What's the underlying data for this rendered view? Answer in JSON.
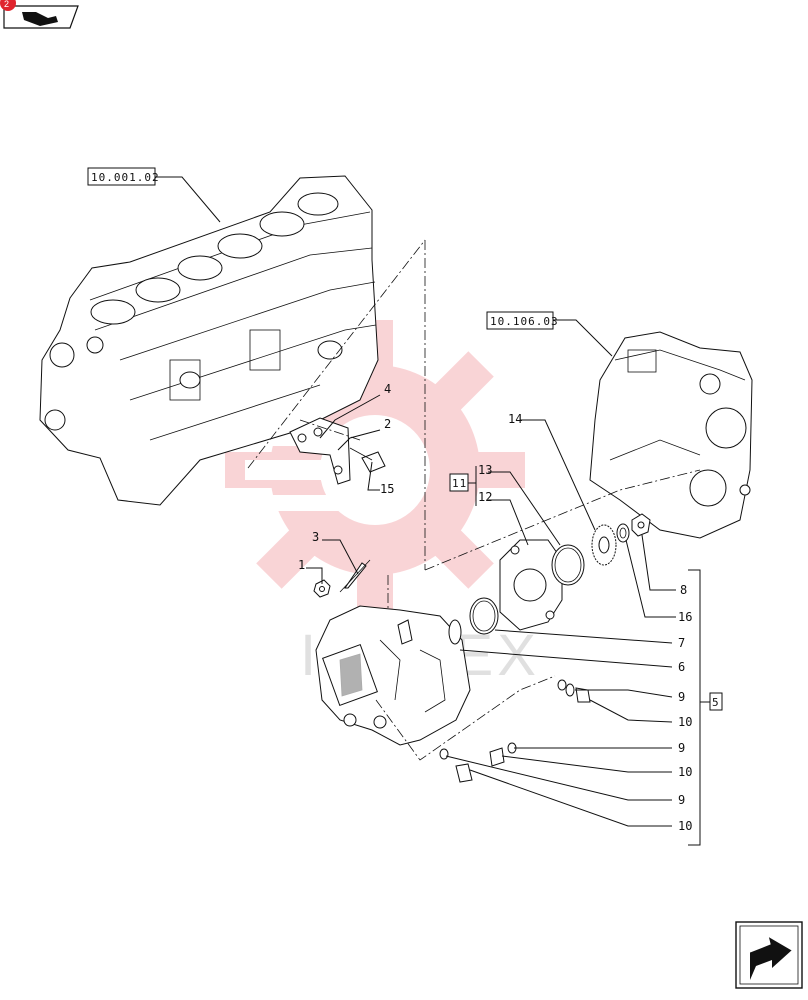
{
  "diagram": {
    "watermark": "IAMTEX",
    "references": {
      "engine_block": "10.001.02",
      "front_cover": "10.106.03",
      "group_11": "11",
      "group_5": "5"
    },
    "callouts": {
      "c1": "1",
      "c2": "2",
      "c3": "3",
      "c4": "4",
      "c5": "5",
      "c6": "6",
      "c7": "7",
      "c8": "8",
      "c9a": "9",
      "c9b": "9",
      "c9c": "9",
      "c10a": "10",
      "c10b": "10",
      "c10c": "10",
      "c12": "12",
      "c13": "13",
      "c14": "14",
      "c15": "15",
      "c16": "16"
    }
  },
  "colors": {
    "line": "#111111",
    "watermark": "#e8404a",
    "badge": "#e0242e"
  },
  "icons": {
    "top_left": "book-icon",
    "bottom_right": "next-page-arrow-icon"
  }
}
